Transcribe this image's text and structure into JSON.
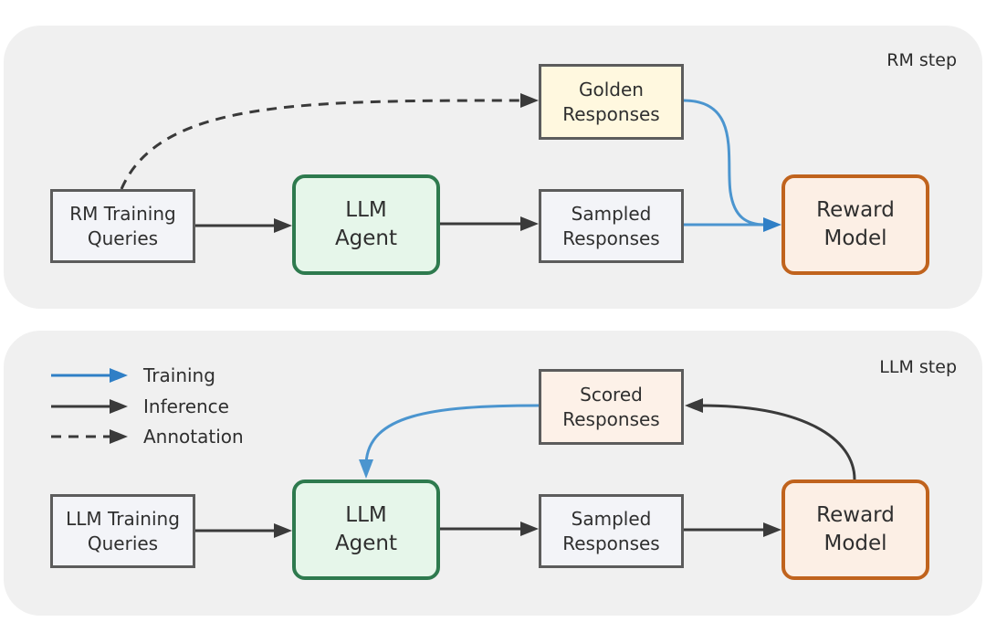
{
  "colors": {
    "training": "#4b95cf",
    "inference": "#3a3a3a",
    "annotation": "#3a3a3a",
    "panel_bg": "#f0f0f0",
    "agent_border": "#2e7a4e",
    "reward_border": "#c0631d"
  },
  "legend": {
    "training": "Training",
    "inference": "Inference",
    "annotation": "Annotation"
  },
  "rm_step": {
    "label": "RM step",
    "queries": {
      "line1": "RM Training",
      "line2": "Queries"
    },
    "agent": {
      "line1": "LLM",
      "line2": "Agent"
    },
    "sampled": {
      "line1": "Sampled",
      "line2": "Responses"
    },
    "golden": {
      "line1": "Golden",
      "line2": "Responses"
    },
    "reward": {
      "line1": "Reward",
      "line2": "Model"
    }
  },
  "llm_step": {
    "label": "LLM step",
    "queries": {
      "line1": "LLM Training",
      "line2": "Queries"
    },
    "agent": {
      "line1": "LLM",
      "line2": "Agent"
    },
    "sampled": {
      "line1": "Sampled",
      "line2": "Responses"
    },
    "scored": {
      "line1": "Scored",
      "line2": "Responses"
    },
    "reward": {
      "line1": "Reward",
      "line2": "Model"
    }
  }
}
